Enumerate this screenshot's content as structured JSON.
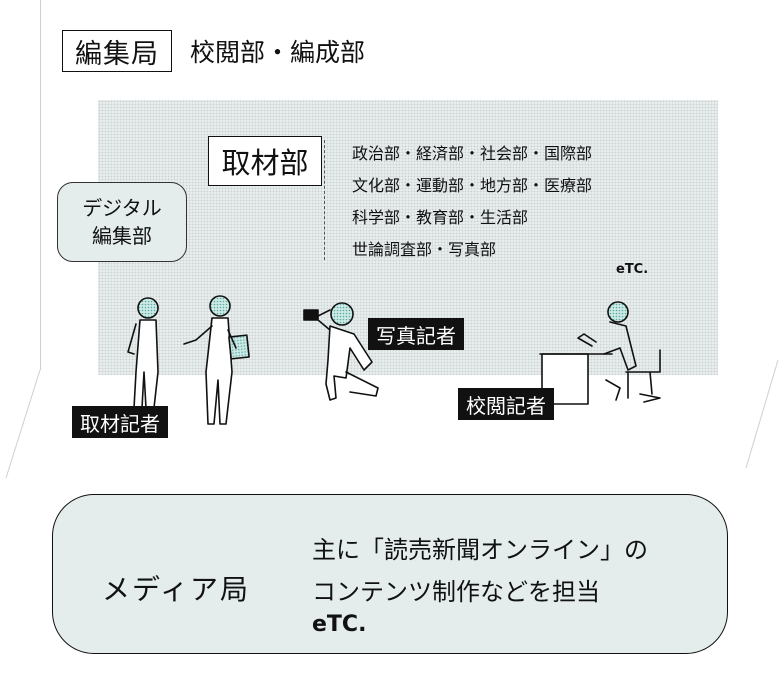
{
  "bureau": {
    "title": "編集局",
    "subtitle": "校閲部・編成部"
  },
  "newsroom": {
    "dept_title": "取材部",
    "dept_lines": [
      "政治部・経済部・社会部・国際部",
      "文化部・運動部・地方部・医療部",
      "科学部・教育部・生活部",
      "世論調査部・写真部"
    ],
    "etc": "eTC.",
    "digital_line1": "デジタル",
    "digital_line2": "編集部"
  },
  "roles": {
    "reporter": "取材記者",
    "photographer": "写真記者",
    "proofreader": "校閲記者"
  },
  "media": {
    "title": "メディア局",
    "desc_line1": "主に「読売新聞オンライン」の",
    "desc_line2": "コンテンツ制作などを担当",
    "etc": "eTC."
  },
  "colors": {
    "scene_bg": "#e7ecec",
    "figure_fill": "#b9e0dc",
    "label_bg": "#111111",
    "panel_bg": "#e4ecec"
  }
}
